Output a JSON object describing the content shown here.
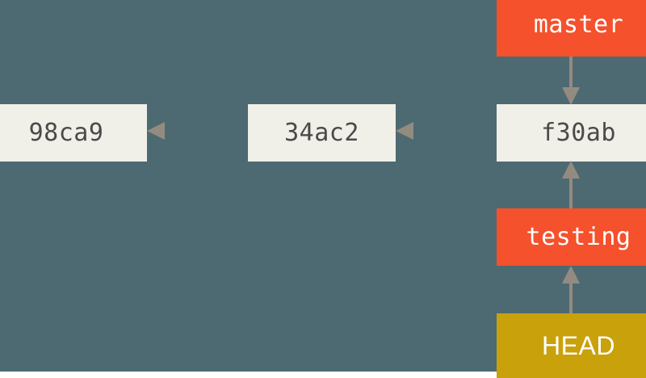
{
  "diagram": {
    "title": "git-branch-head-diagram",
    "background_color": "#4d6a72",
    "commit_box_color": "#f0efe8",
    "branch_box_color": "#f4512c",
    "head_box_color": "#c9a10b",
    "arrow_color": "#948b80"
  },
  "commits": [
    {
      "id": "commit-98ca9",
      "label": "98ca9"
    },
    {
      "id": "commit-34ac2",
      "label": "34ac2"
    },
    {
      "id": "commit-f30ab",
      "label": "f30ab"
    }
  ],
  "branches": [
    {
      "id": "branch-master",
      "label": "master"
    },
    {
      "id": "branch-testing",
      "label": "testing"
    }
  ],
  "pointer": {
    "id": "head-pointer",
    "label": "HEAD"
  },
  "arrows": [
    {
      "id": "arrow-34ac2-to-98ca9",
      "from": "34ac2",
      "to": "98ca9",
      "direction": "left"
    },
    {
      "id": "arrow-f30ab-to-34ac2",
      "from": "f30ab",
      "to": "34ac2",
      "direction": "left"
    },
    {
      "id": "arrow-master-to-f30ab",
      "from": "master",
      "to": "f30ab",
      "direction": "down"
    },
    {
      "id": "arrow-testing-to-f30ab",
      "from": "testing",
      "to": "f30ab",
      "direction": "up"
    },
    {
      "id": "arrow-head-to-testing",
      "from": "HEAD",
      "to": "testing",
      "direction": "up"
    }
  ]
}
